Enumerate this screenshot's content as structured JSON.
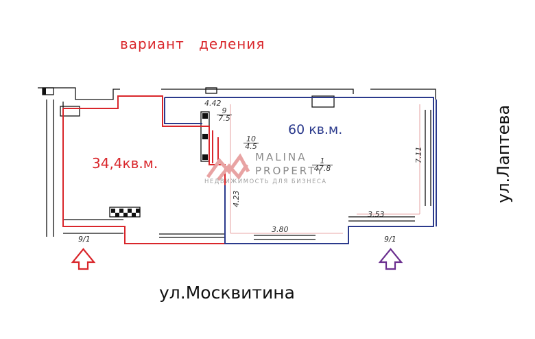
{
  "title": "вариант   деления",
  "units": {
    "left": {
      "area_label": "34,4кв.м.",
      "color": "#d9262b",
      "entrance": "9/1"
    },
    "right": {
      "area_label": "60 кв.м.",
      "color": "#2b3a8c",
      "entrance": "9/1"
    }
  },
  "streets": {
    "bottom": "ул.Москвитина",
    "right": "ул.Лаптева"
  },
  "dimensions": {
    "top_left": "4.42",
    "room9": {
      "num": "9",
      "den": "7.5"
    },
    "room10": {
      "num": "10",
      "den": "4.5"
    },
    "room1": {
      "num": "1",
      "den": "47.8"
    },
    "right_wall": "7.11",
    "inner_wall": "4.23",
    "bottom_mid": "3.80",
    "bottom_right": "3.53"
  },
  "watermark": {
    "line1": "MALINA",
    "line2": "PROPERTY",
    "tagline": "НЕДВИЖИМОСТЬ ДЛЯ БИЗНЕСА"
  },
  "icons": [
    "entrance-arrow-icon",
    "malina-logo-icon"
  ]
}
